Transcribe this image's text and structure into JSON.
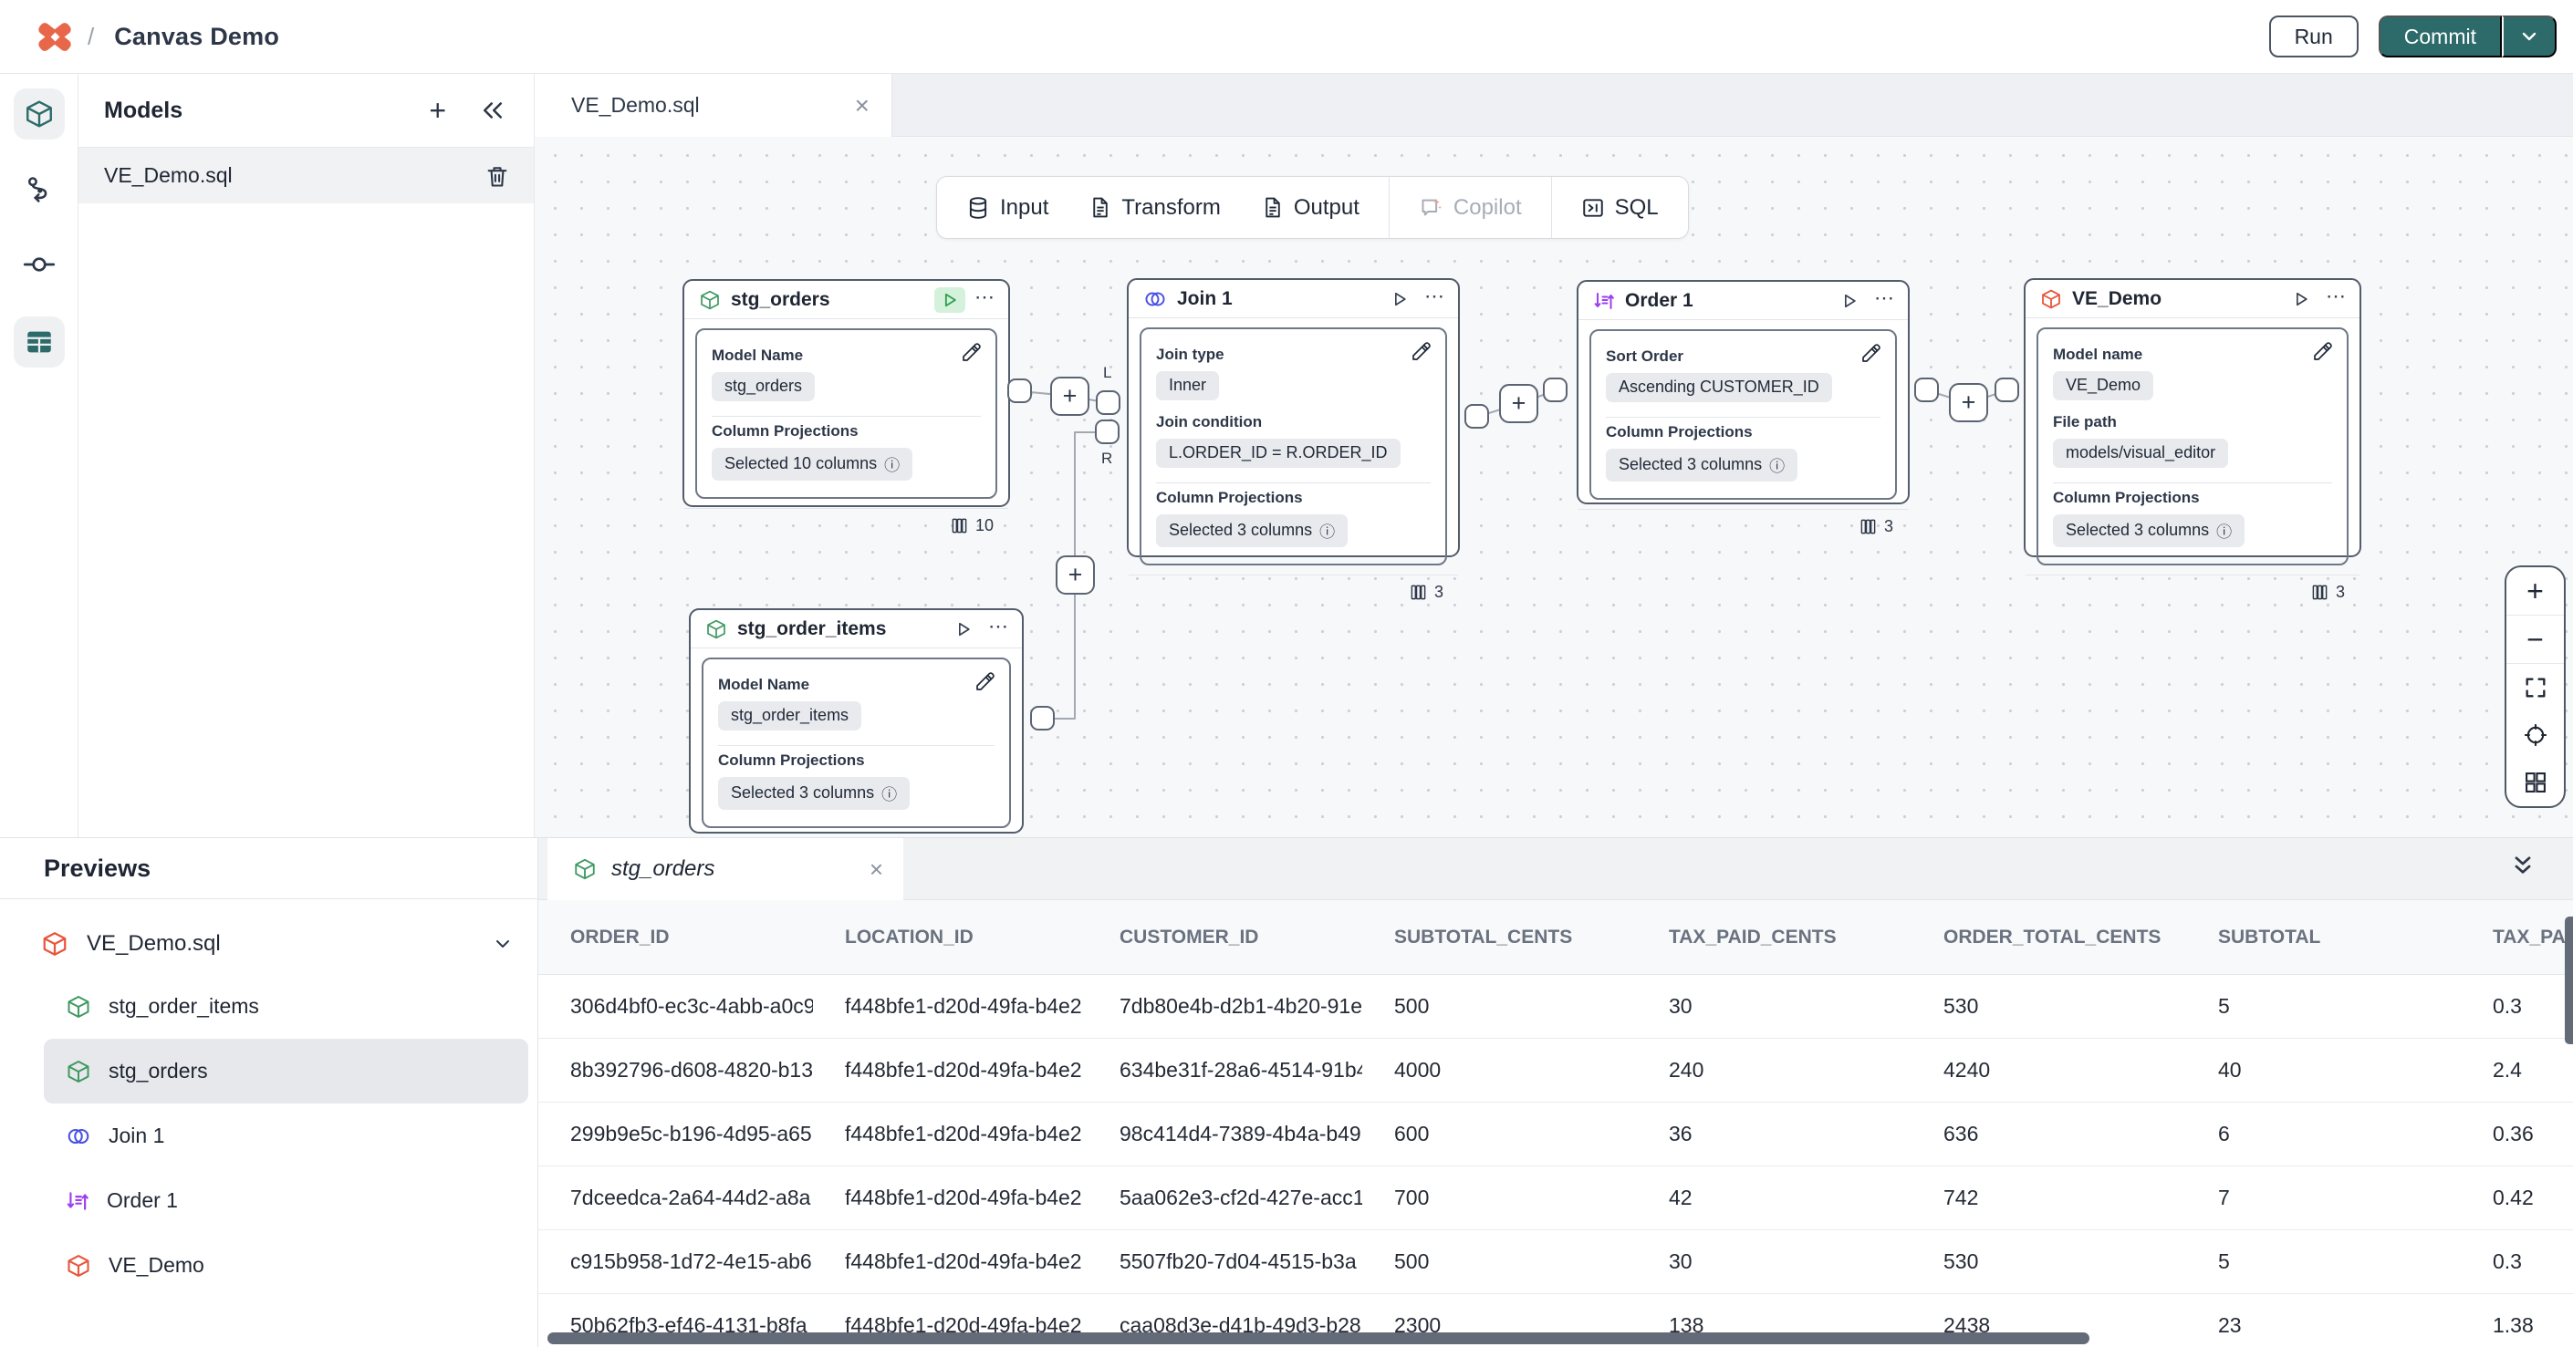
{
  "topbar": {
    "separator": "/",
    "title": "Canvas Demo",
    "run": "Run",
    "commit": "Commit"
  },
  "models_panel": {
    "title": "Models",
    "item": "VE_Demo.sql"
  },
  "icons": {
    "menu": "⋯",
    "close": "×",
    "plus": "+",
    "minus": "−",
    "info": "ⓘ"
  },
  "canvas": {
    "tab": "VE_Demo.sql",
    "toolbar": {
      "input": "Input",
      "transform": "Transform",
      "output": "Output",
      "copilot": "Copilot",
      "sql": "SQL"
    },
    "port_left": "L",
    "port_right": "R",
    "nodes": {
      "stg_orders": {
        "title": "stg_orders",
        "f1_label": "Model Name",
        "f1_value": "stg_orders",
        "f2_label": "Column Projections",
        "f2_value": "Selected 10 columns",
        "count": "10"
      },
      "join1": {
        "title": "Join 1",
        "f1_label": "Join type",
        "f1_value": "Inner",
        "f2_label": "Join condition",
        "f2_value": "L.ORDER_ID = R.ORDER_ID",
        "f3_label": "Column Projections",
        "f3_value": "Selected 3 columns",
        "count": "3"
      },
      "order1": {
        "title": "Order 1",
        "f1_label": "Sort Order",
        "f1_value": "Ascending CUSTOMER_ID",
        "f2_label": "Column Projections",
        "f2_value": "Selected 3 columns",
        "count": "3"
      },
      "ve_demo": {
        "title": "VE_Demo",
        "f1_label": "Model name",
        "f1_value": "VE_Demo",
        "f2_label": "File path",
        "f2_value": "models/visual_editor",
        "f3_label": "Column Projections",
        "f3_value": "Selected 3 columns",
        "count": "3"
      },
      "stg_order_items": {
        "title": "stg_order_items",
        "f1_label": "Model Name",
        "f1_value": "stg_order_items",
        "f2_label": "Column Projections",
        "f2_value": "Selected 3 columns",
        "count": "3"
      }
    }
  },
  "previews": {
    "title": "Previews",
    "root": "VE_Demo.sql",
    "items": [
      "stg_order_items",
      "stg_orders",
      "Join 1",
      "Order 1",
      "VE_Demo"
    ]
  },
  "table": {
    "tab": "stg_orders",
    "columns": [
      "ORDER_ID",
      "LOCATION_ID",
      "CUSTOMER_ID",
      "SUBTOTAL_CENTS",
      "TAX_PAID_CENTS",
      "ORDER_TOTAL_CENTS",
      "SUBTOTAL",
      "TAX_PAID"
    ],
    "rows": [
      [
        "306d4bf0-ec3c-4abb-a0c9",
        "f448bfe1-d20d-49fa-b4e2",
        "7db80e4b-d2b1-4b20-91e",
        "500",
        "30",
        "530",
        "5",
        "0.3"
      ],
      [
        "8b392796-d608-4820-b13",
        "f448bfe1-d20d-49fa-b4e2",
        "634be31f-28a6-4514-91b4",
        "4000",
        "240",
        "4240",
        "40",
        "2.4"
      ],
      [
        "299b9e5c-b196-4d95-a65",
        "f448bfe1-d20d-49fa-b4e2",
        "98c414d4-7389-4b4a-b49",
        "600",
        "36",
        "636",
        "6",
        "0.36"
      ],
      [
        "7dceedca-2a64-44d2-a8a",
        "f448bfe1-d20d-49fa-b4e2",
        "5aa062e3-cf2d-427e-acc1",
        "700",
        "42",
        "742",
        "7",
        "0.42"
      ],
      [
        "c915b958-1d72-4e15-ab6",
        "f448bfe1-d20d-49fa-b4e2",
        "5507fb20-7d04-4515-b3a",
        "500",
        "30",
        "530",
        "5",
        "0.3"
      ],
      [
        "50b62fb3-ef46-4131-b8fa",
        "f448bfe1-d20d-49fa-b4e2",
        "caa08d3e-d41b-49d3-b28",
        "2300",
        "138",
        "2438",
        "23",
        "1.38"
      ]
    ]
  },
  "colors": {
    "accent_teal": "#2d6b6b",
    "green": "#3d9960",
    "orange": "#e8674b",
    "blue": "#4b52e3",
    "purple": "#9d3ff2"
  }
}
